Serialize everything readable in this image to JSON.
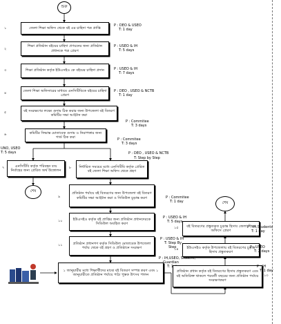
{
  "start": {
    "label": "শুরু"
  },
  "end_left": {
    "label": "শেষ"
  },
  "end_right": {
    "label": "শেষ"
  },
  "steps": [
    {
      "num": "১",
      "text": "জেলা শিক্ষা অফিস থেকে বই এর চাহিদা পত্র প্রাপ্তি",
      "note1": "P : DEO & USEO",
      "note2": "T: 1 day"
    },
    {
      "num": "২",
      "text": "শিক্ষা প্রতিষ্ঠান বইয়ের চাহিদা প্রণয়নের জন্য প্রতিষ্ঠান প্রধানকে পত্র প্রেরণ",
      "note1": "P : USEO & IH",
      "note2": "T: 5 days"
    },
    {
      "num": "৩",
      "text": "শিক্ষা প্রতিষ্ঠান কর্তৃক ইউএসইও কে বইয়ের চাহিদা প্রদান",
      "note1": "P : USEO & IH",
      "note2": "T: 7 days"
    },
    {
      "num": "৪",
      "text": "জেলা শিক্ষা অফিসারের মাধ্যমে এনসিটিবিকে বইয়ের চাহিদা প্রেরণ",
      "note1": "P : DEO , USEO & NCTB",
      "note2": "T: 1 day"
    },
    {
      "num": "৫",
      "text": "বই সংরক্ষণের লক্ষ্যে গুদাম ঠিক করার জন্য উপজেলা বই বিতরণ কমিটির সভা আহ্বান করা",
      "note1": "P : Commitee",
      "note2": "T: 3 days"
    },
    {
      "num": "৬",
      "text": "কমিটির সিদ্ধান্ত মোতাবেক গুদাম ও নিরাপত্তার জন্য গার্ড ঠিক করা",
      "note1": "P : Commitee",
      "note2": "T: 3 days"
    }
  ],
  "side_left_note": {
    "line1": "UNO, USEO",
    "line2": "T: 5 days"
  },
  "step7": {
    "num": "৭",
    "text": "এনসিটিবি কর্তৃক পরিবহন ব্যয় নির্বাহের জন্য প্রেরিত অর্থ উত্তোলন"
  },
  "step8": {
    "num": "৮",
    "text": "নির্ধারিত সময়ের মধ্যে এনসিটিবি কর্তৃক প্রেরিত বই জেলা শিক্ষা অফিস থেকে গ্রহণ",
    "note1": "P : DEO , USEO & NCTB",
    "note2": "T: Step by Step"
  },
  "step9": {
    "num": "৯",
    "text": "প্রতিষ্ঠান পর্যায়ে বই বিতরণের জন্য উপজেলা বই বিতরণ কমিটির সভা আহ্বান করা ও সিডিউল চূড়ান্ত করণ",
    "note1": "P : Commitee",
    "note2": "T: 1 day"
  },
  "step10": {
    "num": "১০",
    "text": "ইউএসইও কর্তৃক বই প্রাপ্তির জন্য প্রতিষ্ঠান প্রধানদেরকে সিডিউল অবহিত করণ",
    "note1": "P : USEO & IH",
    "note2": "T: 5 days"
  },
  "step11": {
    "num": "১১",
    "text": "প্রতিষ্ঠান প্রধানগণ কর্তৃক সিডিউল মোতাবেক উপজেলা পর্যায় থেকে বই গ্রহণ ও প্রতিষ্ঠানে সংরক্ষণ",
    "note1": "P : USEO & IH",
    "note2": "T: Step By",
    "note3": "Step"
  },
  "step12": {
    "num": "১২",
    "text": "১ জানুয়ারীর মধ্যে শিক্ষার্থীদের মাঝে বই বিতরণ সম্পন্ন করণ এবং ১ জানুয়ারীতে প্রতিষ্ঠান পর্যায়ে পাঠ্য পুস্তক উৎসব পালন",
    "note1": "P : IH,USEO, Student,",
    "note2": "Guardian",
    "note3": "T: 1 days"
  },
  "r13": {
    "num": "১৩",
    "text": "প্রতিষ্ঠান প্রধান কর্তৃক বই বিতরণের হিসাব প্রস্তুতকরণ এবং বই অতিরিক্ত থাকলে পরবর্তী বছরের জন্য প্রতিষ্ঠান পর্যায়ে সংরক্ষণকরণ",
    "note1": "P : IH",
    "note2": "T: 1 day"
  },
  "r14": {
    "num": "১৪",
    "text": "ইউএসইও কর্তৃক উপজেলায় বই বিতরণের চূড়ান্ত হিসাব প্রস্তুতকরণ",
    "note1": "P : USEO",
    "note2": "T: 2 days"
  },
  "r15": {
    "num": "১৫",
    "text": "বই বিতরণের প্রস্তুতকৃত চূড়ান্ত হিসাব জেলা শিক্ষা অফিসে প্রেরণ",
    "note1": "P : IH,Students",
    "note2": "T: 1 day"
  }
}
